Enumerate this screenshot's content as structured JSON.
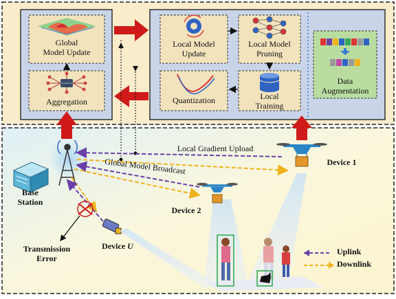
{
  "cloud": {
    "global_model_update": "Global\nModel Update",
    "aggregation": "Aggregation",
    "local_model_update": "Local Model\nUpdate",
    "local_model_pruning": "Local Model\nPruning",
    "quantization": "Quantization",
    "local_training": "Local\nTraining",
    "data_augmentation": "Data\nAugmentation"
  },
  "edge": {
    "local_gradient_upload": "Local Gradient Upload",
    "global_model_broadcast": "Global Model Broadcast",
    "base_station": "Base\nStation",
    "device_1": "Device 1",
    "device_2": "Device 2",
    "device_u_prefix": "Device ",
    "device_u_var": "U",
    "transmission_error": "Transmission\nError"
  },
  "legend": {
    "uplink": "Uplink",
    "downlink": "Downlink"
  },
  "colors": {
    "cloud_bg": "#fbeccb",
    "box_bg": "#cfd8ea",
    "box_border": "#333333",
    "edge_bg": "#fbf7dc",
    "red_arrow": "#d01a1a",
    "uplink": "#6a3fa8",
    "downlink": "#f0b21c"
  }
}
